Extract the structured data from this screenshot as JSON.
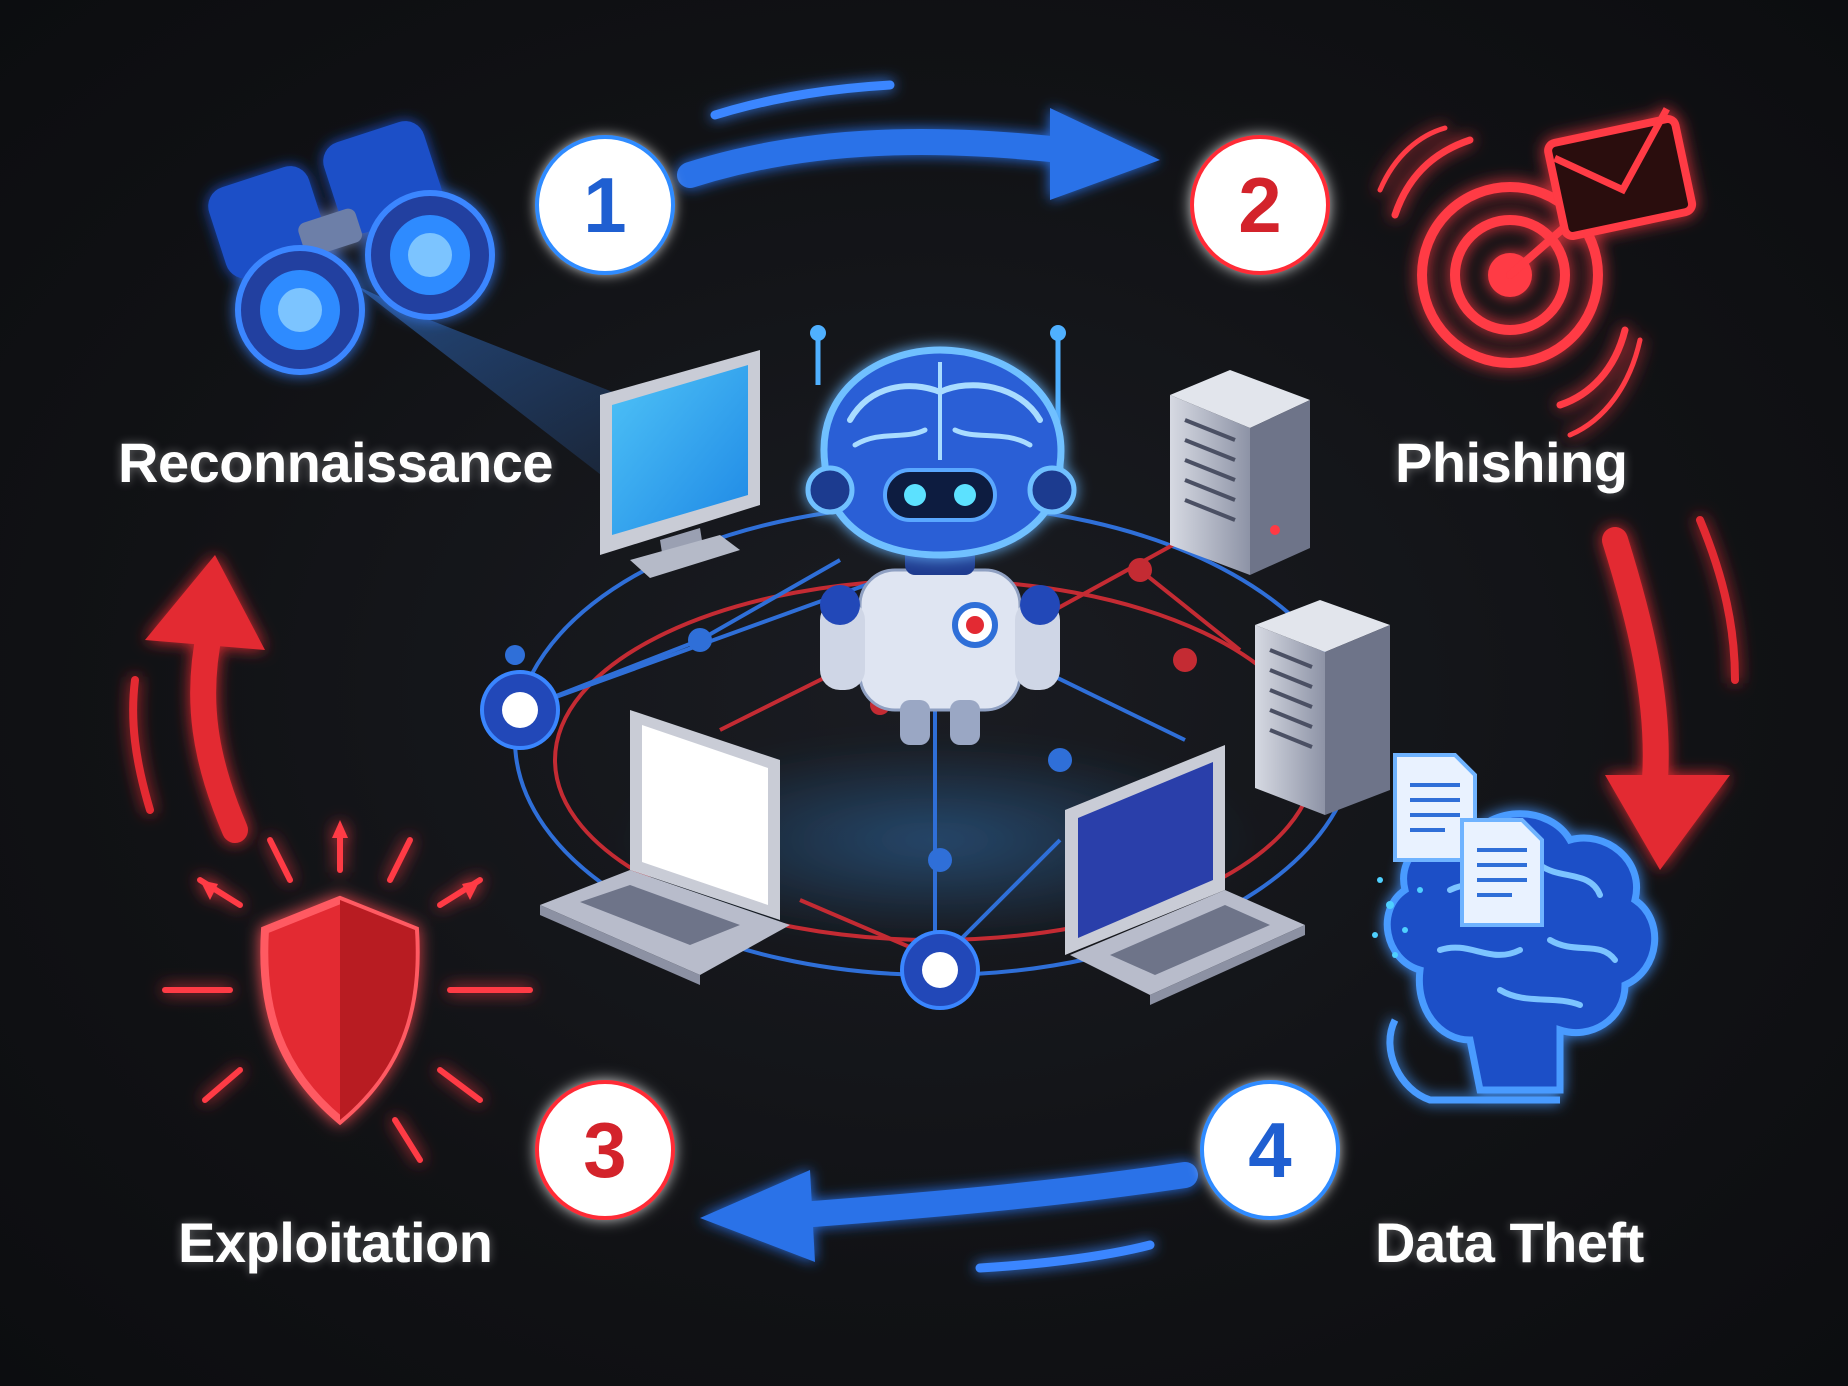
{
  "stages": [
    {
      "number": "1",
      "label": "Reconnaissance",
      "color": "#1f5fd1",
      "icon": "binoculars-icon"
    },
    {
      "number": "2",
      "label": "Phishing",
      "color": "#d3232b",
      "icon": "target-email-icon"
    },
    {
      "number": "3",
      "label": "Exploitation",
      "color": "#d3232b",
      "icon": "shield-icon"
    },
    {
      "number": "4",
      "label": "Data Theft",
      "color": "#1f5fd1",
      "icon": "brain-documents-icon"
    }
  ],
  "center": {
    "icon": "ai-robot-icon"
  },
  "colors": {
    "blue_glow": "#2f8bff",
    "red_glow": "#ff2b36",
    "background": "#111215"
  }
}
